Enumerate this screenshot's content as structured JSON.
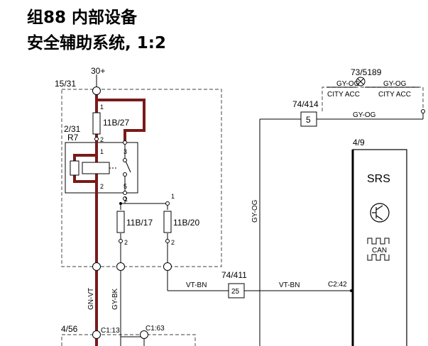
{
  "title": {
    "line1": "组88 内部设备",
    "line2": "安全辅助系统, 1:2"
  },
  "labels": {
    "supply": "30+",
    "fuse_box": "15/31",
    "relay_ref": "2/31",
    "relay_name": "R7",
    "fuse_27": "11B/27",
    "fuse_17": "11B/17",
    "fuse_20": "11B/20",
    "ecu_ref": "4/9",
    "ecu_name": "SRS",
    "ecu_can": "CAN",
    "conn_414": "74/414",
    "conn_414_pin": "5",
    "conn_411": "74/411",
    "conn_411_pin": "25",
    "light_ref": "73/5189",
    "gy_og_left": "GY-OG",
    "gy_og_right": "GY-OG",
    "city_acc_left": "CITY ACC",
    "city_acc_right": "CITY ACC",
    "gy_og_wire": "GY-OG",
    "gy_og_vertical": "GY-OG",
    "vt_bn_left": "VT-BN",
    "vt_bn_right": "VT-BN",
    "c2_42": "C2:42",
    "gn_vt": "GN-VT",
    "gy_bk": "GY-BK",
    "bottom_ref": "4/56",
    "c1_13": "C1:13",
    "c1_63": "C1:63"
  },
  "pins": {
    "fuse27_top": "1",
    "fuse27_bottom": "2",
    "relay_1": "1",
    "relay_2": "2",
    "relay_3": "3",
    "relay_5": "5",
    "fuse17_top": "1",
    "fuse17_bottom": "2",
    "fuse20_top": "1",
    "fuse20_bottom": "2"
  },
  "colors": {
    "power_wire": "#7a1a1a",
    "line": "#000000",
    "dashed_box": "#666666"
  }
}
